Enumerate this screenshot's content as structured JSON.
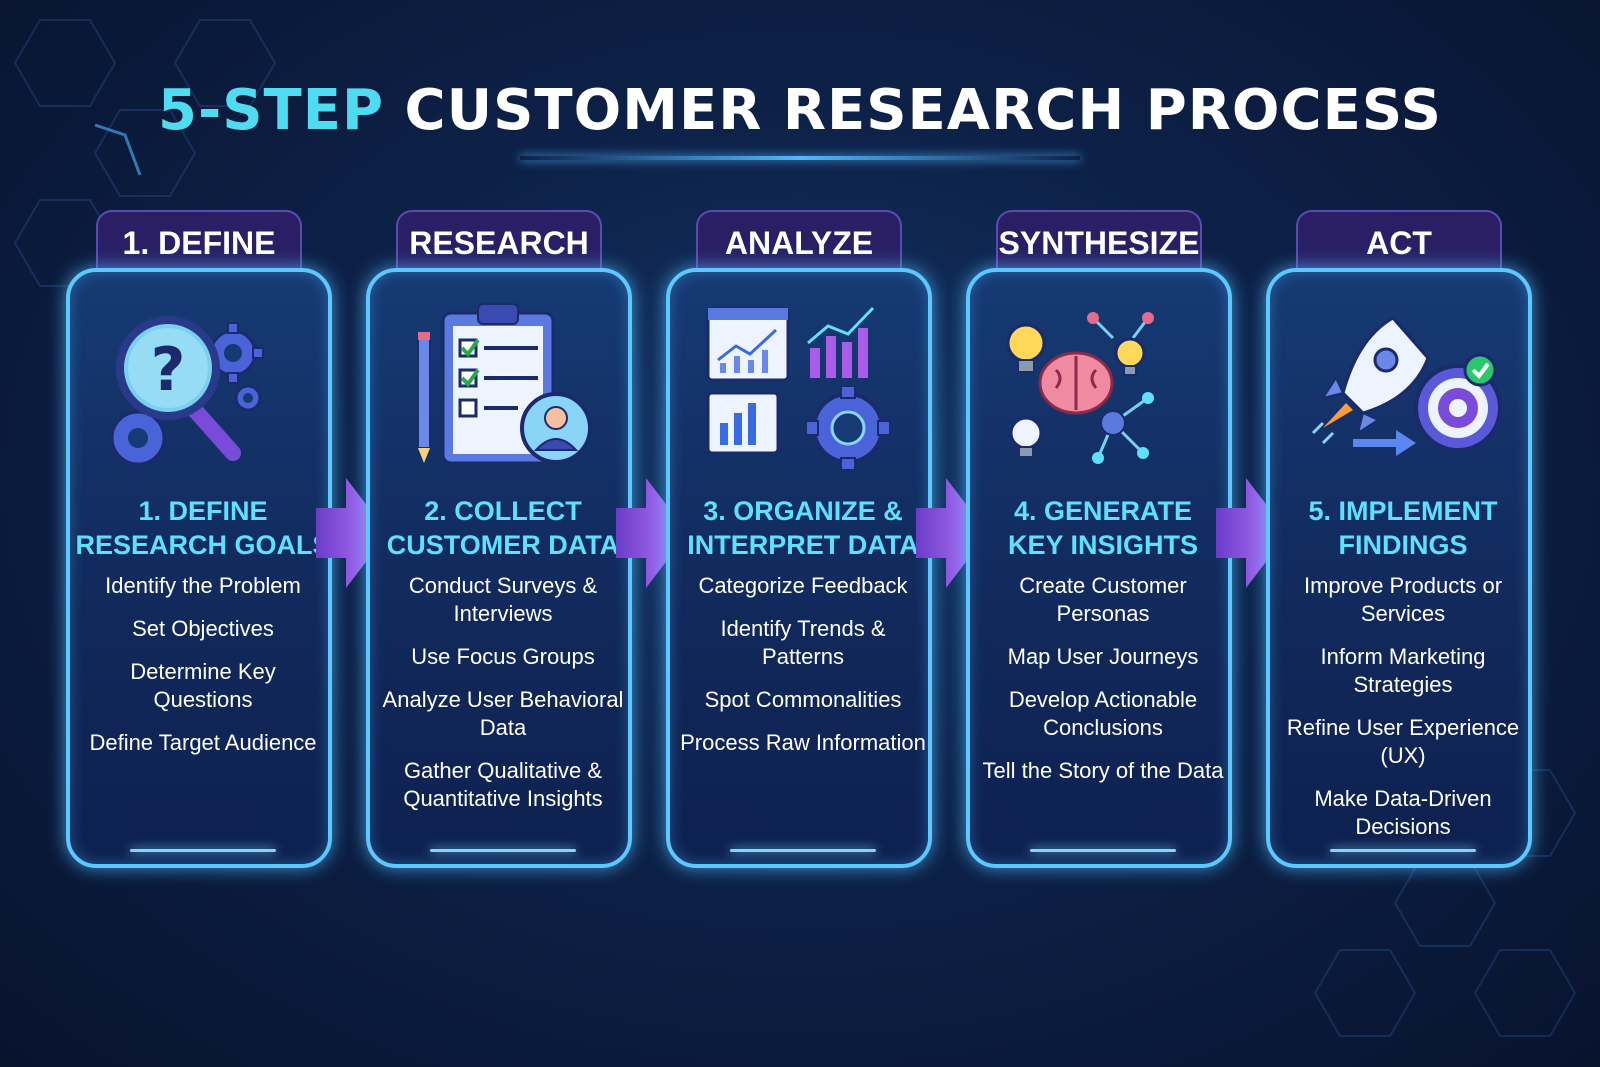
{
  "title": {
    "accent": "5-STEP",
    "main": "CUSTOMER RESEARCH PROCESS"
  },
  "colors": {
    "accent": "#4fdcf0",
    "heading": "#5fe0ff",
    "border": "#5cc8ff",
    "arrow": "#a25cf2",
    "tab": "#2a1f64"
  },
  "steps": [
    {
      "tab": "1. DEFINE",
      "heading": [
        "1. DEFINE",
        "RESEARCH GOALS"
      ],
      "items": [
        "Identify the Problem",
        "Set Objectives",
        "Determine Key Questions",
        "Define Target Audience"
      ],
      "icons": [
        "magnifier-question-icon",
        "gears-icon"
      ]
    },
    {
      "tab": "RESEARCH",
      "heading": [
        "2. COLLECT",
        "CUSTOMER DATA"
      ],
      "items": [
        "Conduct Surveys & Interviews",
        "Use Focus Groups",
        "Analyze User Behavioral Data",
        "Gather Qualitative & Quantitative Insights"
      ],
      "icons": [
        "clipboard-checklist-icon",
        "pencil-icon",
        "user-avatar-icon"
      ]
    },
    {
      "tab": "ANALYZE",
      "heading": [
        "3. ORGANIZE &",
        "INTERPRET DATA"
      ],
      "items": [
        "Categorize Feedback",
        "Identify Trends & Patterns",
        "Spot Commonalities",
        "Process Raw Information"
      ],
      "icons": [
        "dashboard-chart-icon",
        "bar-chart-icon",
        "gear-icon"
      ]
    },
    {
      "tab": "SYNTHESIZE",
      "heading": [
        "4. GENERATE",
        "KEY INSIGHTS"
      ],
      "items": [
        "Create Customer Personas",
        "Map User Journeys",
        "Develop Actionable Conclusions",
        "Tell the Story of the Data"
      ],
      "icons": [
        "lightbulb-icon",
        "brain-icon",
        "network-nodes-icon"
      ]
    },
    {
      "tab": "ACT",
      "heading": [
        "5. IMPLEMENT",
        "FINDINGS"
      ],
      "items": [
        "Improve Products or Services",
        "Inform Marketing Strategies",
        "Refine User Experience (UX)",
        "Make Data-Driven Decisions"
      ],
      "icons": [
        "rocket-icon",
        "target-check-icon",
        "arrow-right-icon"
      ]
    }
  ]
}
